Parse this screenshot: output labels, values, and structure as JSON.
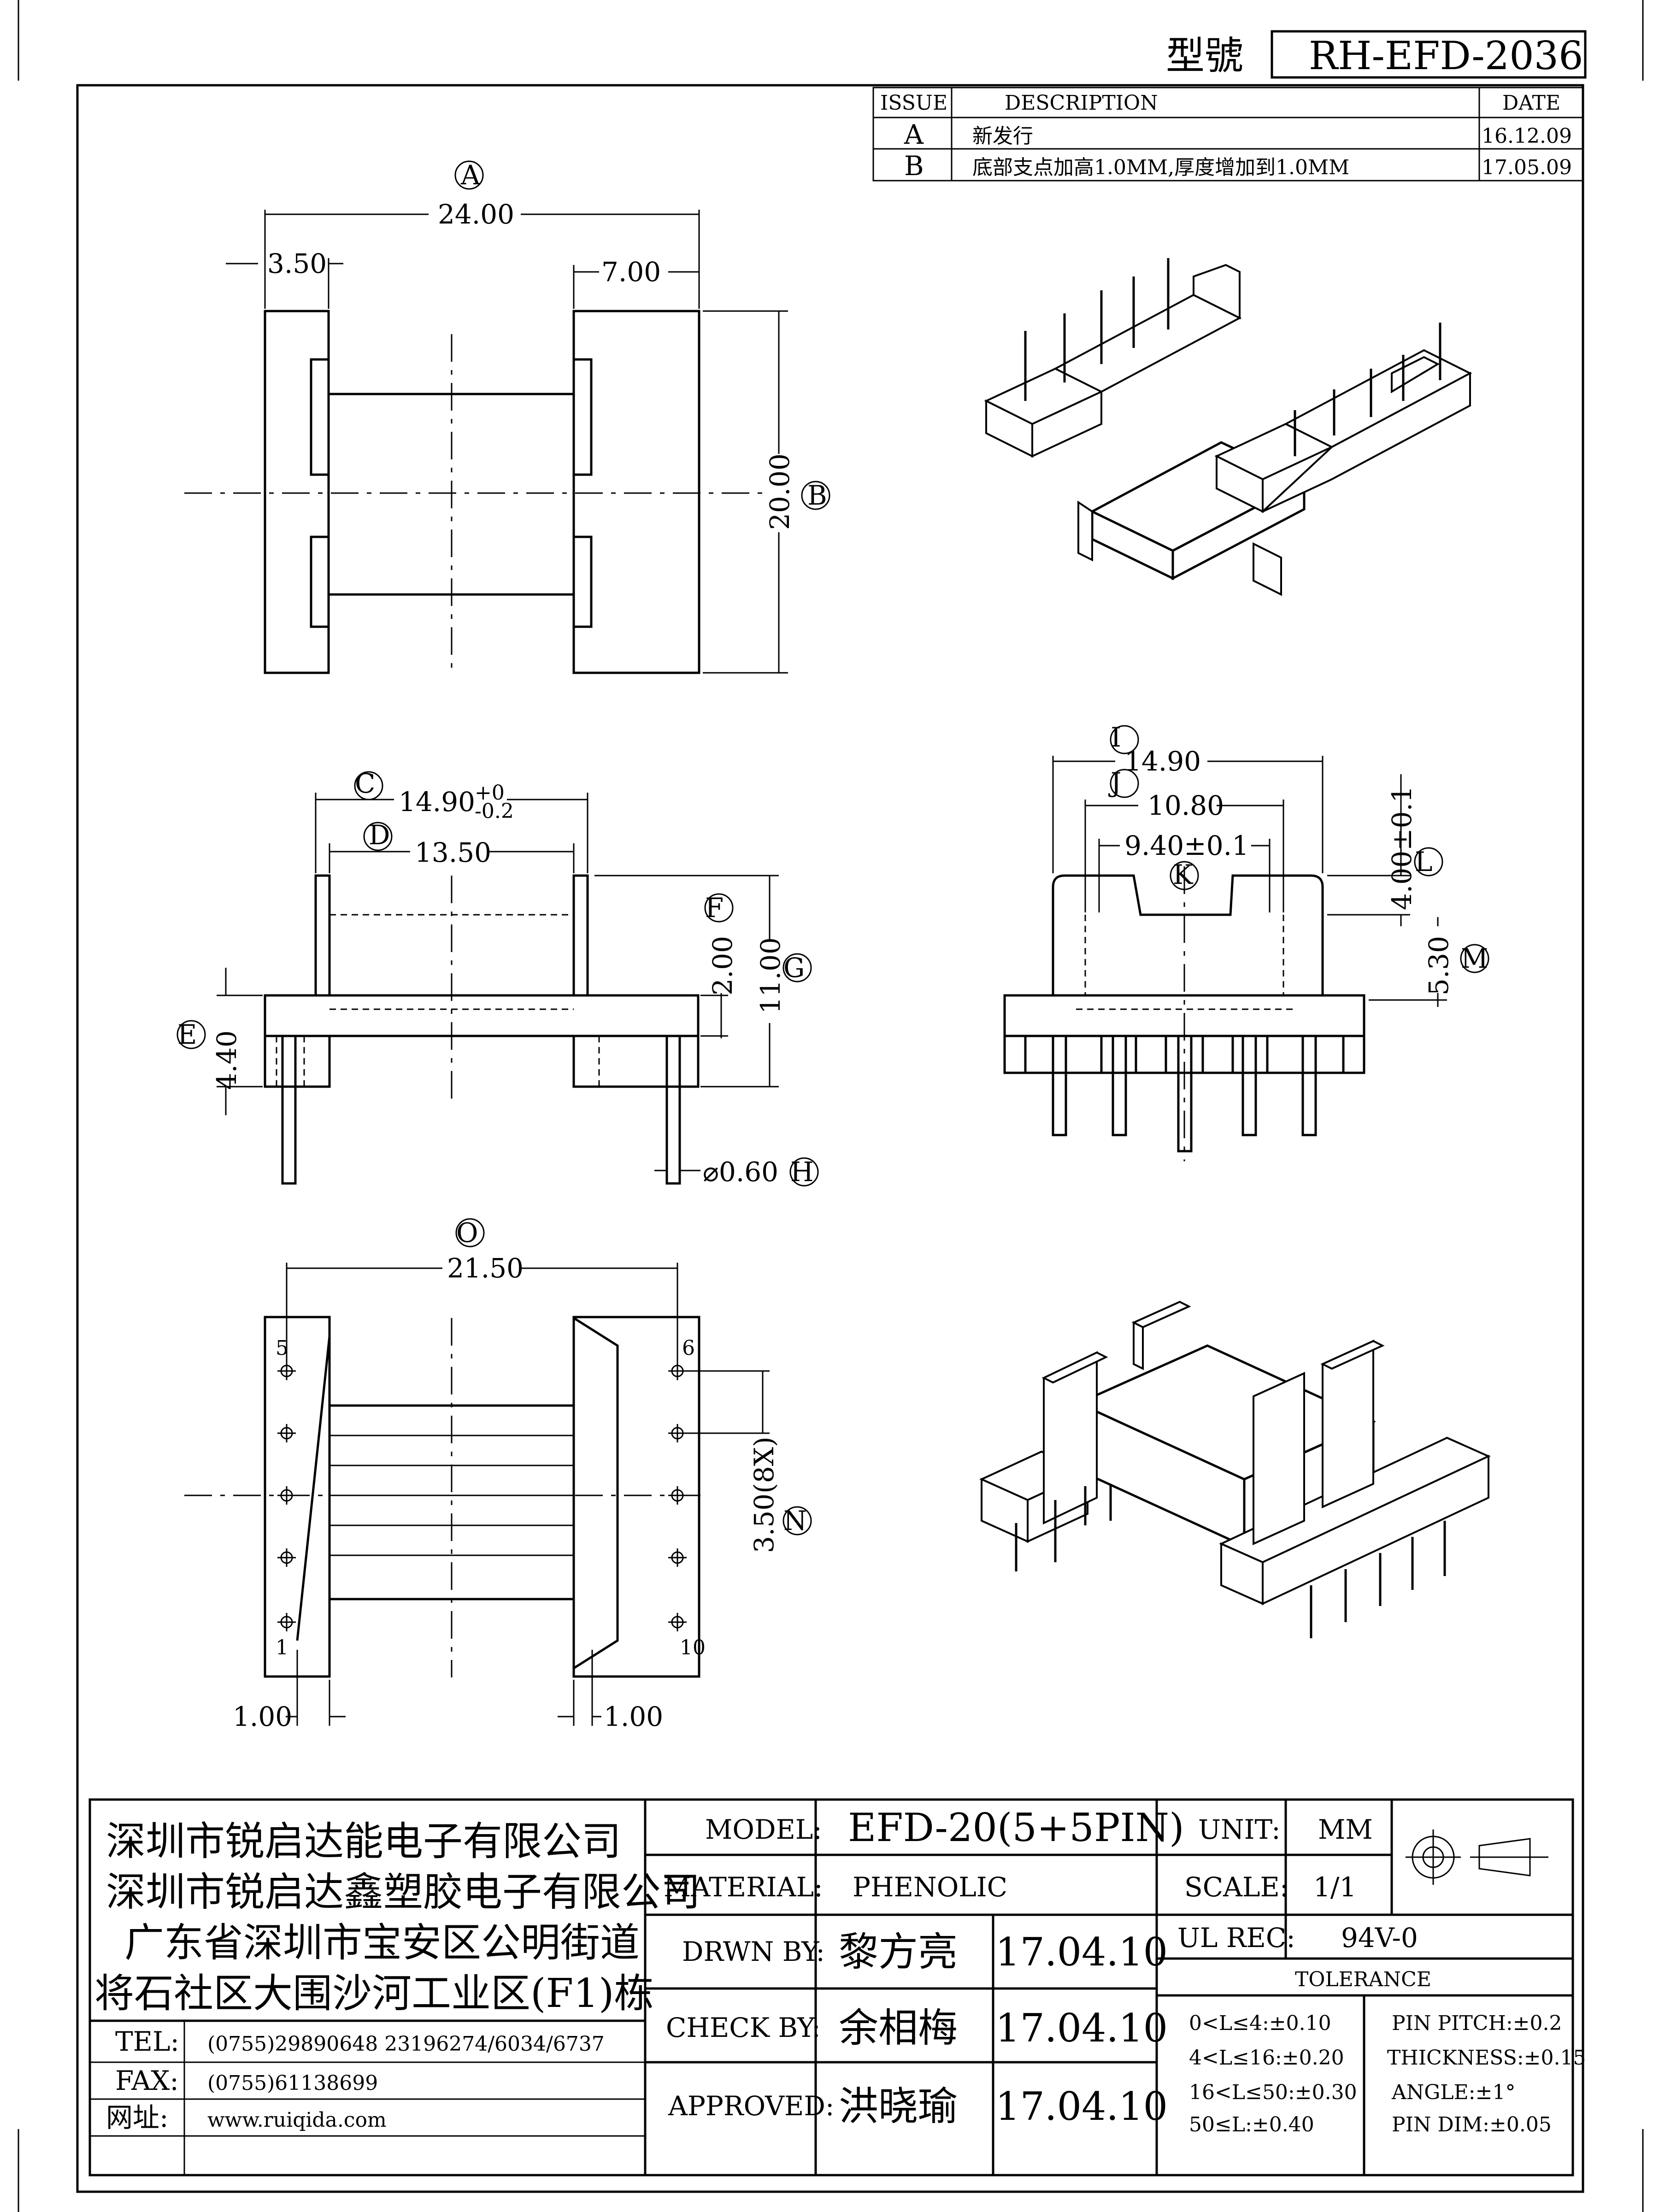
{
  "title_block": {
    "model_label": "型號",
    "model_number": "RH-EFD-2036"
  },
  "revisions": {
    "headers": [
      "ISSUE",
      "DESCRIPTION",
      "DATE"
    ],
    "rows": [
      {
        "issue": "A",
        "description": "新发行",
        "date": "16.12.09"
      },
      {
        "issue": "B",
        "description": "底部支点加高1.0MM,厚度增加到1.0MM",
        "date": "17.05.09"
      }
    ]
  },
  "dimensions": {
    "A": "24.00",
    "A_left": "3.50",
    "A_right": "7.00",
    "B": "20.00",
    "C": "14.90",
    "C_tol_upper": "+0",
    "C_tol_lower": "-0.2",
    "D": "13.50",
    "E": "4.40",
    "F": "2.00",
    "G": "11.00",
    "H": "⌀0.60",
    "I": "14.90",
    "J": "10.80",
    "K": "9.40±0.1",
    "L": "4.00±0.1",
    "M": "5.30",
    "N": "3.50(8X)",
    "O": "21.50",
    "bottom_left": "1.00",
    "bottom_right": "1.00"
  },
  "dimension_tags": [
    "A",
    "B",
    "C",
    "D",
    "E",
    "F",
    "G",
    "H",
    "I",
    "J",
    "K",
    "L",
    "M",
    "N",
    "O"
  ],
  "pin_numbers": {
    "p5": "5",
    "p6": "6",
    "p1": "1",
    "p10": "10"
  },
  "company": {
    "line1": "深圳市锐启达能电子有限公司",
    "line2": "深圳市锐启达鑫塑胶电子有限公司",
    "line3": "广东省深圳市宝安区公明街道",
    "line4": "将石社区大围沙河工业区(F1)栋"
  },
  "contact": {
    "tel_label": "TEL:",
    "tel_value": "(0755)29890648  23196274/6034/6737",
    "fax_label": "FAX:",
    "fax_value": "(0755)61138699",
    "web_label": "网址:",
    "web_value": "www.ruiqida.com"
  },
  "specs": {
    "model_label": "MODEL:",
    "model_value": "EFD-20(5+5PIN)",
    "material_label": "MATERIAL:",
    "material_value": "PHENOLIC",
    "drawn_label": "DRWN BY:",
    "drawn_name": "黎方亮",
    "drawn_date": "17.04.10",
    "check_label": "CHECK BY:",
    "check_name": "余相梅",
    "check_date": "17.04.10",
    "approved_label": "APPROVED:",
    "approved_name": "洪晓瑜",
    "approved_date": "17.04.10",
    "unit_label": "UNIT:",
    "unit_value": "MM",
    "scale_label": "SCALE:",
    "scale_value": "1/1",
    "ul_label": "UL REC:",
    "ul_value": "94V-0",
    "tolerance_label": "TOLERANCE",
    "tol_1": "0<L≤4:±0.10",
    "tol_2": "4<L≤16:±0.20",
    "tol_3": "16<L≤50:±0.30",
    "tol_4": "50≤L:±0.40",
    "tol_pitch": "PIN PITCH:±0.2",
    "tol_thickness": "THICKNESS:±0.15",
    "tol_angle": "ANGLE:±1°",
    "tol_pin_dim": "PIN DIM:±0.05"
  }
}
